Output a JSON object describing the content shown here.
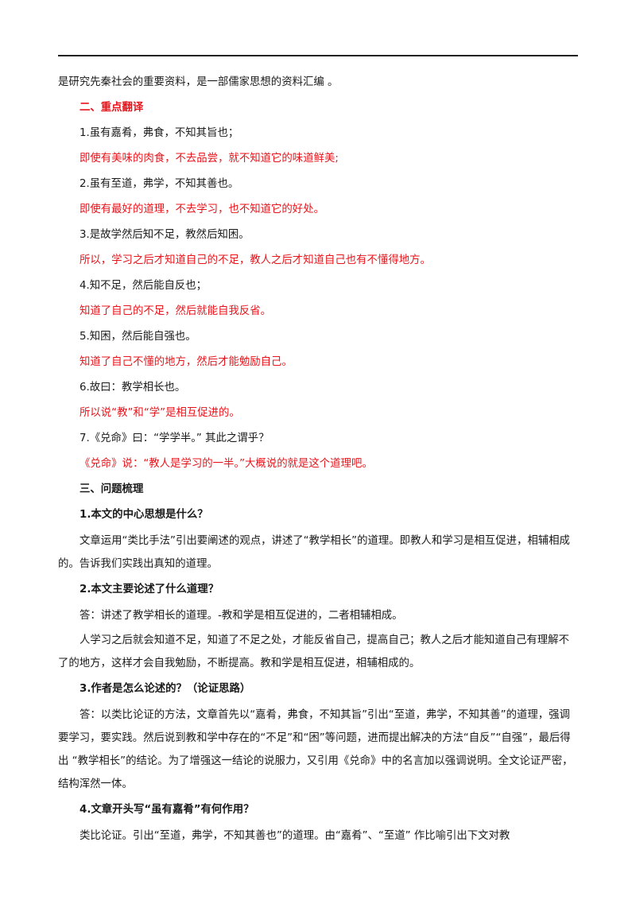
{
  "intro_line": "是研究先秦社会的重要资料，是一部儒家思想的资料汇编 。",
  "section2": {
    "heading": "二、重点翻译",
    "items": [
      {
        "source": "1.虽有嘉肴，弗食，不知其旨也；",
        "translation": "即使有美味的肉食，不去品尝，就不知道它的味道鲜美;"
      },
      {
        "source": "2.虽有至道，弗学，不知其善也。",
        "translation": "即使有最好的道理，不去学习，也不知道它的好处。"
      },
      {
        "source": "3.是故学然后知不足，教然后知困。",
        "translation": "所以，学习之后才知道自己的不足，教人之后才知道自己也有不懂得地方。"
      },
      {
        "source": "4.知不足，然后能自反也；",
        "translation": "知道了自己的不足，然后就能自我反省。"
      },
      {
        "source": "5.知困，然后能自强也。",
        "translation": "知道了自己不懂的地方，然后才能勉励自己。"
      },
      {
        "source": "6.故曰：教学相长也。",
        "translation": "所以说“教”和“学”是相互促进的。"
      },
      {
        "source": "7.《兑命》曰：“学学半。” 其此之谓乎？",
        "translation": "《兑命》说：“教人是学习的一半。”大概说的就是这个道理吧。"
      }
    ]
  },
  "section3": {
    "heading": "三、问题梳理",
    "q1": {
      "title": "1.本文的中心思想是什么？",
      "paras": [
        "文章运用“类比手法”引出要阐述的观点，讲述了“教学相长”的道理。即教人和学习是相互促进，相辅相成的。告诉我们实践出真知的道理。"
      ]
    },
    "q2": {
      "title": "2.本文主要论述了什么道理？",
      "paras": [
        "答：讲述了教学相长的道理。-教和学是相互促进的，二者相辅相成。",
        "人学习之后就会知道不足，知道了不足之处，才能反省自己，提高自己；教人之后才能知道自己有理解不了的地方，这样才会自我勉励，不断提高。教和学是相互促进，相辅相成的。"
      ]
    },
    "q3": {
      "title": "3.作者是怎么论述的？（论证思路）",
      "paras": [
        "答：以类比论证的方法，文章首先以“嘉肴，弗食，不知其旨”引出“至道，弗学，不知其善”的道理，强调要学习，要实践。然后说到教和学中存在的“不足”和“困”等问题，进而提出解决的方法“自反”“自强”，最后得出 “教学相长”的结论。为了增强这一结论的说服力，又引用《兑命》中的名言加以强调说明。全文论证严密，结构浑然一体。"
      ]
    },
    "q4": {
      "title": "4.文章开头写“虽有嘉肴”有何作用？",
      "paras": [
        "类比论证。引出“至道，弗学，不知其善也”的道理。由“嘉肴”、“至道” 作比喻引出下文对教"
      ]
    }
  }
}
